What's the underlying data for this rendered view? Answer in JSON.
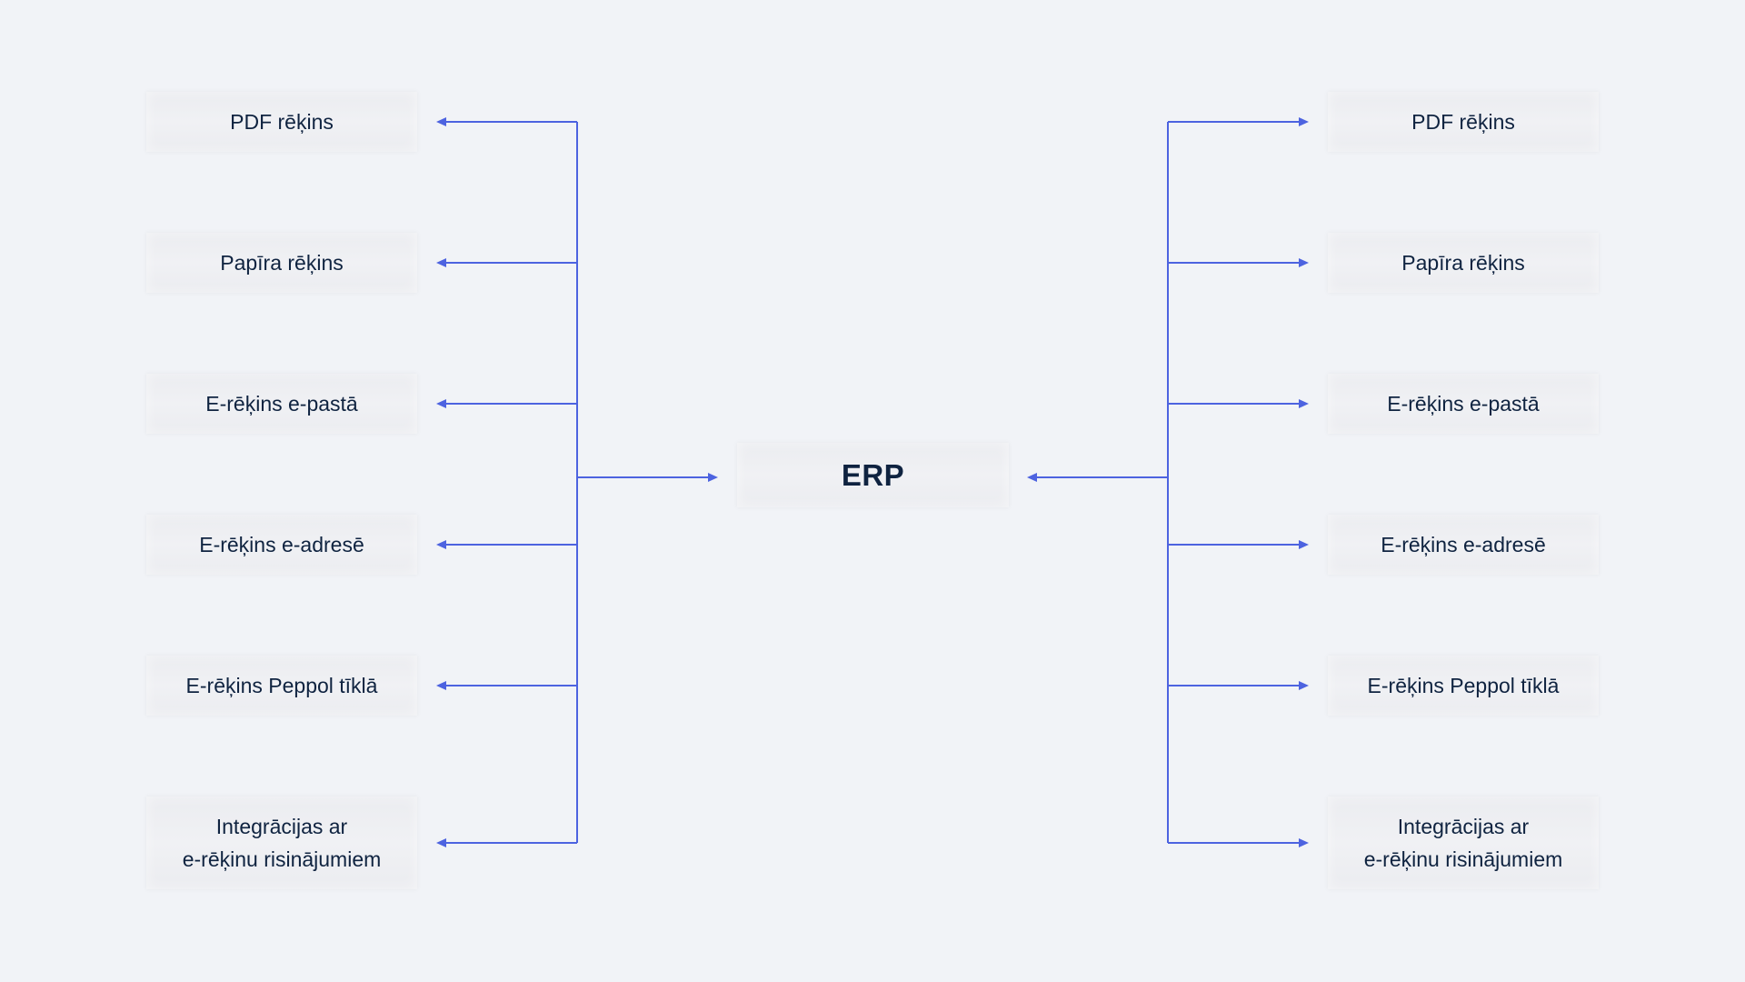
{
  "center": {
    "label": "ERP"
  },
  "left_nodes": [
    {
      "label": "PDF rēķins"
    },
    {
      "label": "Papīra rēķins"
    },
    {
      "label": "E-rēķins e-pastā"
    },
    {
      "label": "E-rēķins e-adresē"
    },
    {
      "label": "E-rēķins Peppol tīklā"
    },
    {
      "label": "Integrācijas ar\ne-rēķinu risinājumiem"
    }
  ],
  "right_nodes": [
    {
      "label": "PDF rēķins"
    },
    {
      "label": "Papīra rēķins"
    },
    {
      "label": "E-rēķins e-pastā"
    },
    {
      "label": "E-rēķins e-adresē"
    },
    {
      "label": "E-rēķins Peppol tīklā"
    },
    {
      "label": "Integrācijas ar\ne-rēķinu risinājumiem"
    }
  ],
  "colors": {
    "connector": "#4d63e0",
    "text": "#0f2340",
    "background": "#f1f3f7"
  }
}
